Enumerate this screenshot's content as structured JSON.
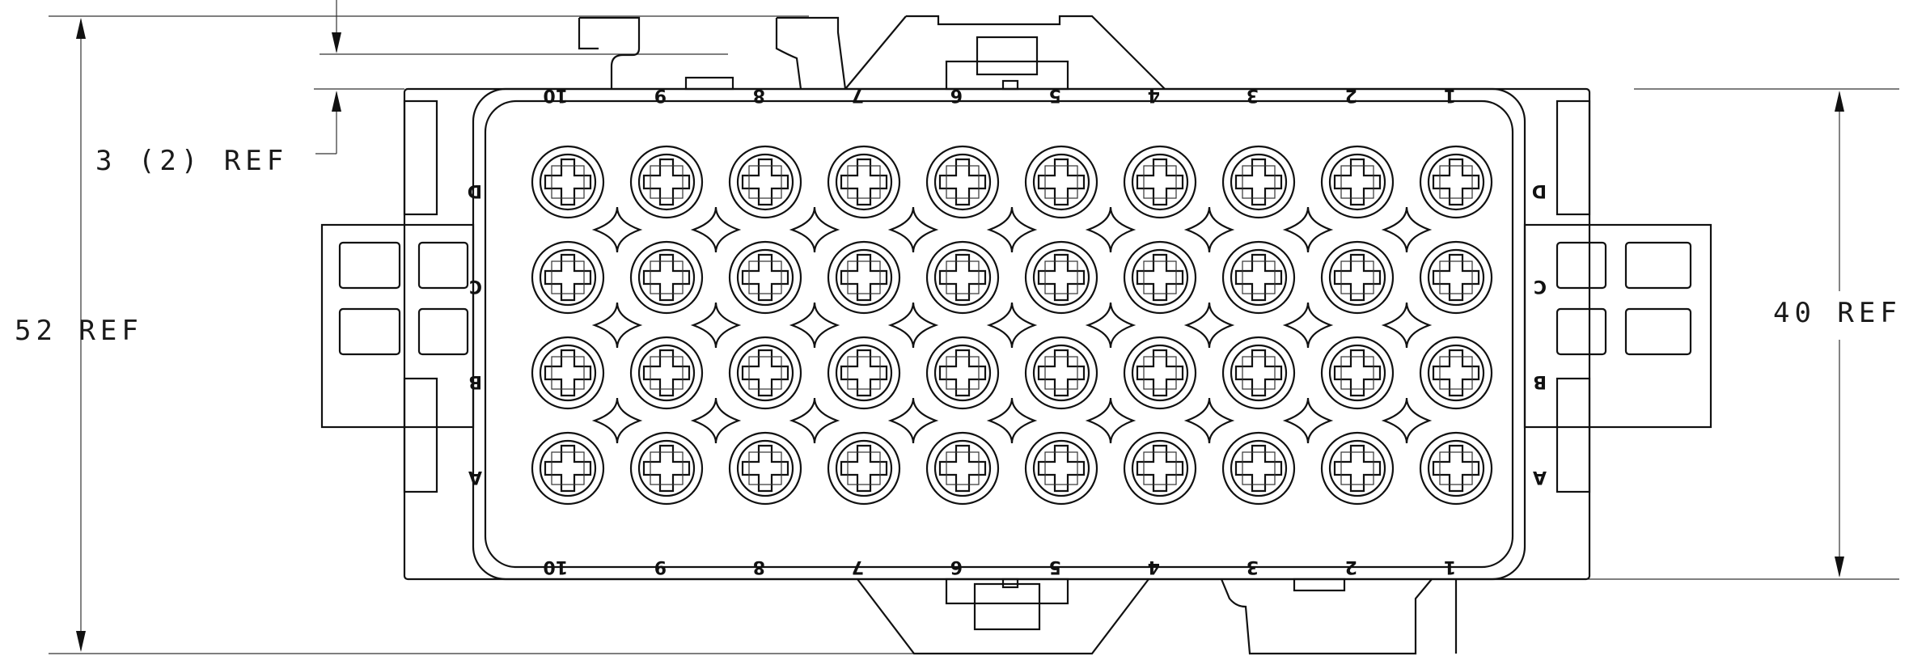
{
  "dimensions": {
    "overall_height": "52 REF",
    "housing_height": "40 REF",
    "offset": "3 (2) REF"
  },
  "row_labels": [
    "D",
    "C",
    "B",
    "A"
  ],
  "column_labels": [
    "10",
    "9",
    "8",
    "7",
    "6",
    "5",
    "4",
    "3",
    "2",
    "1"
  ],
  "colors": {
    "line": "#111111",
    "background": "#ffffff"
  }
}
